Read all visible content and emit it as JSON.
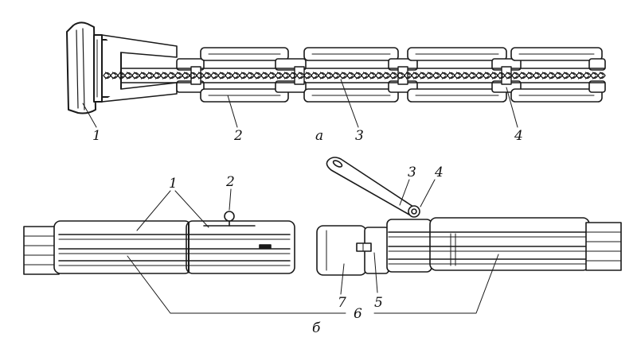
{
  "figure": {
    "part_a": {
      "caption": "а",
      "labels": [
        "1",
        "2",
        "3",
        "4"
      ]
    },
    "part_b": {
      "caption": "б",
      "labels": [
        "1",
        "2",
        "3",
        "4",
        "5",
        "6",
        "7"
      ]
    }
  }
}
